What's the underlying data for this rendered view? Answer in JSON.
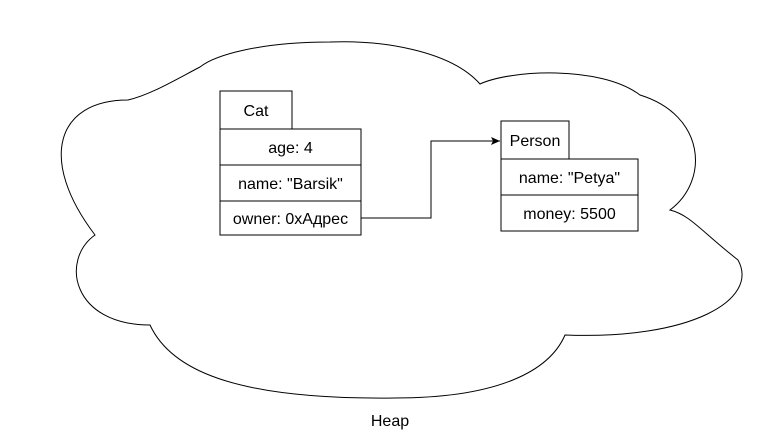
{
  "heap": {
    "label": "Heap"
  },
  "cat": {
    "title": "Cat",
    "fields": [
      "age: 4",
      "name: \"Barsik\"",
      "owner: 0xАдрес"
    ]
  },
  "person": {
    "title": "Person",
    "fields": [
      "name: \"Petya\"",
      "money: 5500"
    ]
  },
  "colors": {
    "stroke": "#000000",
    "background": "#ffffff"
  }
}
